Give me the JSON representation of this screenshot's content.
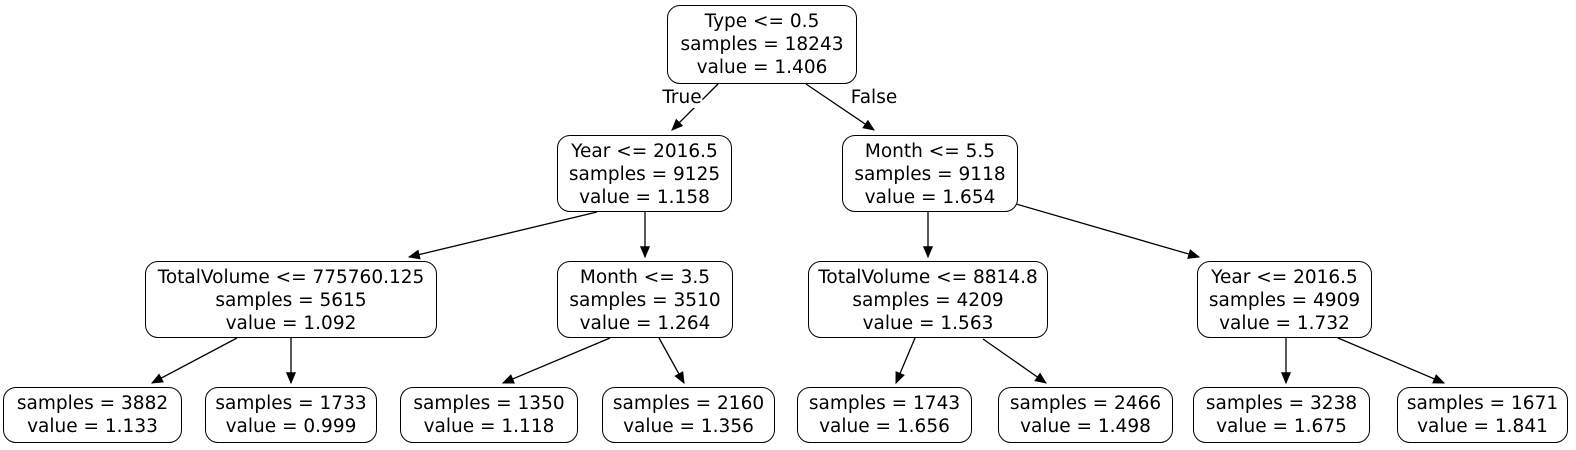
{
  "tree": {
    "kind": "decision-tree-diagram",
    "colors": {
      "background": "#ffffff",
      "node_border": "#000000",
      "text": "#000000",
      "edge": "#000000"
    },
    "nodes": [
      {
        "id": "root",
        "lines": [
          "Type <= 0.5",
          "samples = 18243",
          "value = 1.406"
        ]
      },
      {
        "id": "year-le-2016.5-left",
        "lines": [
          "Year <= 2016.5",
          "samples = 9125",
          "value = 1.158"
        ]
      },
      {
        "id": "month-le-5.5",
        "lines": [
          "Month <= 5.5",
          "samples = 9118",
          "value = 1.654"
        ]
      },
      {
        "id": "totalvolume-le-775760",
        "lines": [
          "TotalVolume <= 775760.125",
          "samples = 5615",
          "value = 1.092"
        ]
      },
      {
        "id": "month-le-3.5",
        "lines": [
          "Month <= 3.5",
          "samples = 3510",
          "value = 1.264"
        ]
      },
      {
        "id": "totalvolume-le-8814.8",
        "lines": [
          "TotalVolume <= 8814.8",
          "samples = 4209",
          "value = 1.563"
        ]
      },
      {
        "id": "year-le-2016.5-right",
        "lines": [
          "Year <= 2016.5",
          "samples = 4909",
          "value = 1.732"
        ]
      },
      {
        "id": "leaf-1",
        "lines": [
          "samples = 3882",
          "value = 1.133"
        ]
      },
      {
        "id": "leaf-2",
        "lines": [
          "samples = 1733",
          "value = 0.999"
        ]
      },
      {
        "id": "leaf-3",
        "lines": [
          "samples = 1350",
          "value = 1.118"
        ]
      },
      {
        "id": "leaf-4",
        "lines": [
          "samples = 2160",
          "value = 1.356"
        ]
      },
      {
        "id": "leaf-5",
        "lines": [
          "samples = 1743",
          "value = 1.656"
        ]
      },
      {
        "id": "leaf-6",
        "lines": [
          "samples = 2466",
          "value = 1.498"
        ]
      },
      {
        "id": "leaf-7",
        "lines": [
          "samples = 3238",
          "value = 1.675"
        ]
      },
      {
        "id": "leaf-8",
        "lines": [
          "samples = 1671",
          "value = 1.841"
        ]
      }
    ],
    "edges": [
      {
        "from": "root",
        "to": "year-le-2016.5-left",
        "label": "True"
      },
      {
        "from": "root",
        "to": "month-le-5.5",
        "label": "False"
      },
      {
        "from": "year-le-2016.5-left",
        "to": "totalvolume-le-775760",
        "label": ""
      },
      {
        "from": "year-le-2016.5-left",
        "to": "month-le-3.5",
        "label": ""
      },
      {
        "from": "month-le-5.5",
        "to": "totalvolume-le-8814.8",
        "label": ""
      },
      {
        "from": "month-le-5.5",
        "to": "year-le-2016.5-right",
        "label": ""
      },
      {
        "from": "totalvolume-le-775760",
        "to": "leaf-1",
        "label": ""
      },
      {
        "from": "totalvolume-le-775760",
        "to": "leaf-2",
        "label": ""
      },
      {
        "from": "month-le-3.5",
        "to": "leaf-3",
        "label": ""
      },
      {
        "from": "month-le-3.5",
        "to": "leaf-4",
        "label": ""
      },
      {
        "from": "totalvolume-le-8814.8",
        "to": "leaf-5",
        "label": ""
      },
      {
        "from": "totalvolume-le-8814.8",
        "to": "leaf-6",
        "label": ""
      },
      {
        "from": "year-le-2016.5-right",
        "to": "leaf-7",
        "label": ""
      },
      {
        "from": "year-le-2016.5-right",
        "to": "leaf-8",
        "label": ""
      }
    ]
  }
}
